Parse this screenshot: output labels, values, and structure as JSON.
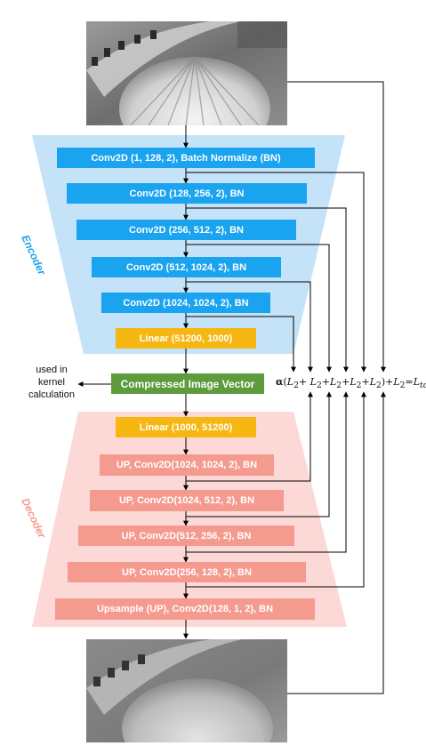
{
  "encoder": {
    "label": "Encoder",
    "color": "#1aa3ef",
    "layers": [
      "Conv2D (1, 128, 2), Batch Normalize (BN)",
      "Conv2D (128, 256, 2), BN",
      "Conv2D (256, 512, 2), BN",
      "Conv2D (512, 1024, 2), BN",
      "Conv2D (1024, 1024, 2), BN"
    ],
    "linear": "Linear (51200, 1000)"
  },
  "bottleneck": {
    "label": "Compressed Image Vector",
    "color": "#5c9c3d",
    "side_text": [
      "used in",
      "kernel",
      "calculation"
    ]
  },
  "decoder": {
    "label": "Decoder",
    "color": "#f49a8f",
    "linear": "Linear (1000, 51200)",
    "layers": [
      "UP, Conv2D(1024, 1024, 2), BN",
      "UP, Conv2D(1024, 512, 2), BN",
      "UP, Conv2D(512, 256, 2), BN",
      "UP, Conv2D(256, 128, 2), BN",
      "Upsample (UP), Conv2D(128, 1, 2), BN"
    ]
  },
  "linear_color": "#f7b713",
  "loss": {
    "alpha": "α",
    "open": "(",
    "term": "L",
    "sub": "2",
    "plus": "+",
    "close": ")",
    "equals": "=",
    "total_sub": "total"
  },
  "images": {
    "input": "input-image",
    "output": "reconstructed-image"
  }
}
